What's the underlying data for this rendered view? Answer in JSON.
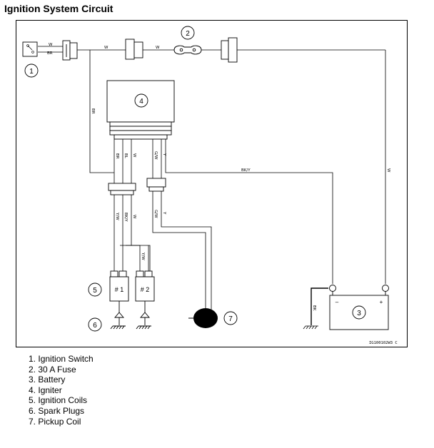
{
  "title": "Ignition System Circuit",
  "callouts": [
    "1",
    "2",
    "3",
    "4",
    "5",
    "6",
    "7"
  ],
  "legend": [
    {
      "num": "1.",
      "text": "Ignition Switch"
    },
    {
      "num": "2.",
      "text": "30 A Fuse"
    },
    {
      "num": "3.",
      "text": "Battery"
    },
    {
      "num": "4.",
      "text": "Igniter"
    },
    {
      "num": "5.",
      "text": "Ignition Coils"
    },
    {
      "num": "6.",
      "text": "Spark Plugs"
    },
    {
      "num": "7.",
      "text": "Pickup Coil"
    }
  ],
  "wire_labels": {
    "sw_w": "W",
    "sw_br": "BR",
    "top_w1": "W",
    "top_w2": "W",
    "right_w": "W",
    "br_vert": "BR",
    "ig_br": "BR",
    "ig_bl": "BL",
    "ig_w": "W",
    "ig_gw": "G/W",
    "ig_y": "Y",
    "bky": "BK/Y",
    "low_yw": "Y/W",
    "low_bky": "BK/Y",
    "low_w": "W",
    "low_gw": "G/W",
    "low_y": "Y",
    "coil_yw": "Y/W",
    "gnd_bk": "BK"
  },
  "coils": [
    "# 1",
    "# 2"
  ],
  "battery_terms": {
    "neg": "–",
    "pos": "+"
  },
  "figure_code": "IG100102W3  C"
}
